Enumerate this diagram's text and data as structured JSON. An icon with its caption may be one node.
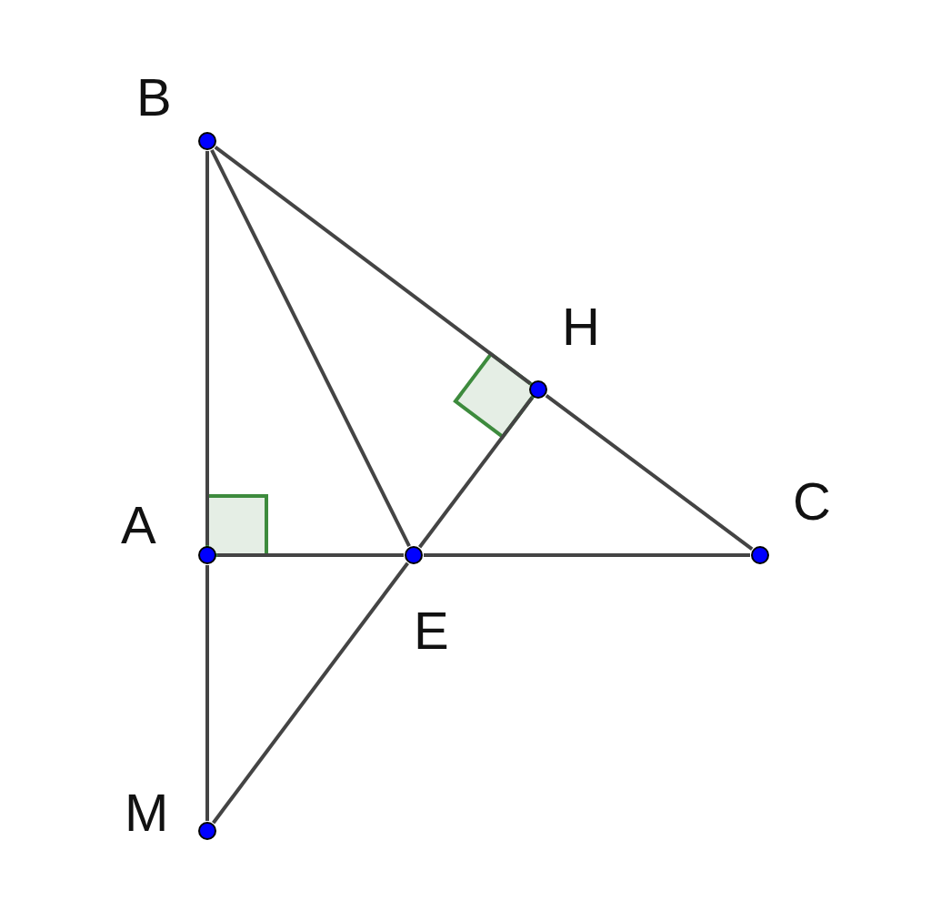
{
  "diagram": {
    "nodes": [
      {
        "text": [
          "B"
        ]
      },
      {
        "text": [
          "H"
        ]
      },
      {
        "text": [
          "C"
        ]
      },
      {
        "text": [
          "A"
        ]
      },
      {
        "text": [
          "E"
        ]
      },
      {
        "text": [
          "M"
        ]
      }
    ],
    "edges": [
      {
        "from": 0,
        "to": 3,
        "arrow": "none"
      },
      {
        "from": 3,
        "to": 5,
        "arrow": "none"
      },
      {
        "from": 0,
        "to": 4,
        "arrow": "none"
      },
      {
        "from": 0,
        "to": 1,
        "arrow": "none"
      },
      {
        "from": 1,
        "to": 2,
        "arrow": "none"
      },
      {
        "from": 3,
        "to": 4,
        "arrow": "none"
      },
      {
        "from": 4,
        "to": 2,
        "arrow": "none"
      },
      {
        "from": 5,
        "to": 4,
        "arrow": "none"
      },
      {
        "from": 4,
        "to": 1,
        "arrow": "none"
      }
    ]
  }
}
